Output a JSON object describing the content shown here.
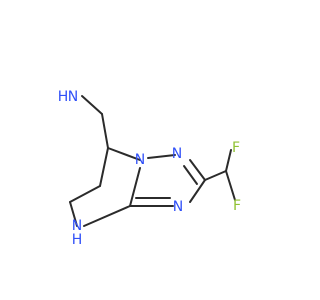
{
  "molecule": {
    "atoms": {
      "amine_n": "N",
      "amine_h2": "H",
      "ring_n_bridge": "N",
      "ring_n_upper": "N",
      "ring_n_lower": "N",
      "ring_nh": "N",
      "ring_nh_h": "H",
      "fluorine_top": "F",
      "fluorine_bottom": "F"
    },
    "colors": {
      "nitrogen": "#3050f8",
      "fluorine": "#90c234",
      "bond": "#2b2b2b"
    }
  }
}
